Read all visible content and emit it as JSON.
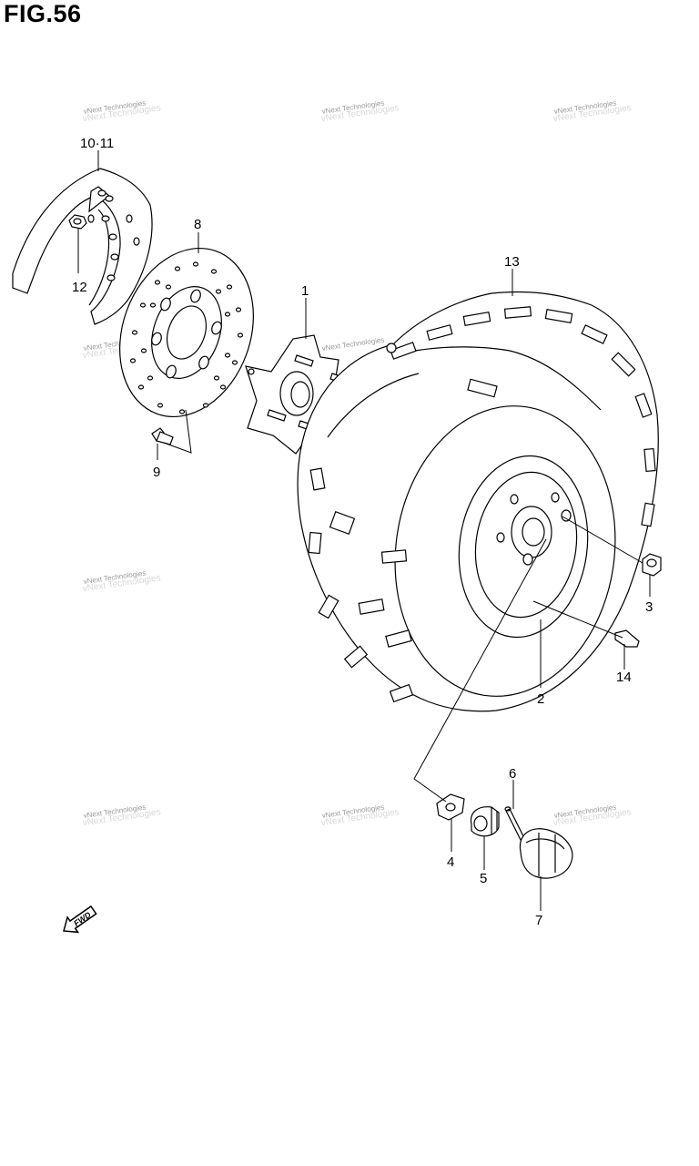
{
  "figure": {
    "title": "FIG.56"
  },
  "watermark": {
    "text": "vNext Technologies",
    "color": "#9a9a9a"
  },
  "fwd_label": "FWD",
  "parts": [
    {
      "id": "tire",
      "callout": "13"
    },
    {
      "id": "rim",
      "callout": "2"
    },
    {
      "id": "hub",
      "callout": "1"
    },
    {
      "id": "nut",
      "callout": "3"
    },
    {
      "id": "washer",
      "callout": "4"
    },
    {
      "id": "castle-nut",
      "callout": "5"
    },
    {
      "id": "cotter-pin",
      "callout": "6"
    },
    {
      "id": "hub-cap",
      "callout": "7"
    },
    {
      "id": "brake-disc",
      "callout": "8"
    },
    {
      "id": "disc-bolt",
      "callout": "9"
    },
    {
      "id": "disc-cover",
      "callout": "10·11"
    },
    {
      "id": "cover-bolt",
      "callout": "12"
    },
    {
      "id": "valve",
      "callout": "14"
    }
  ]
}
